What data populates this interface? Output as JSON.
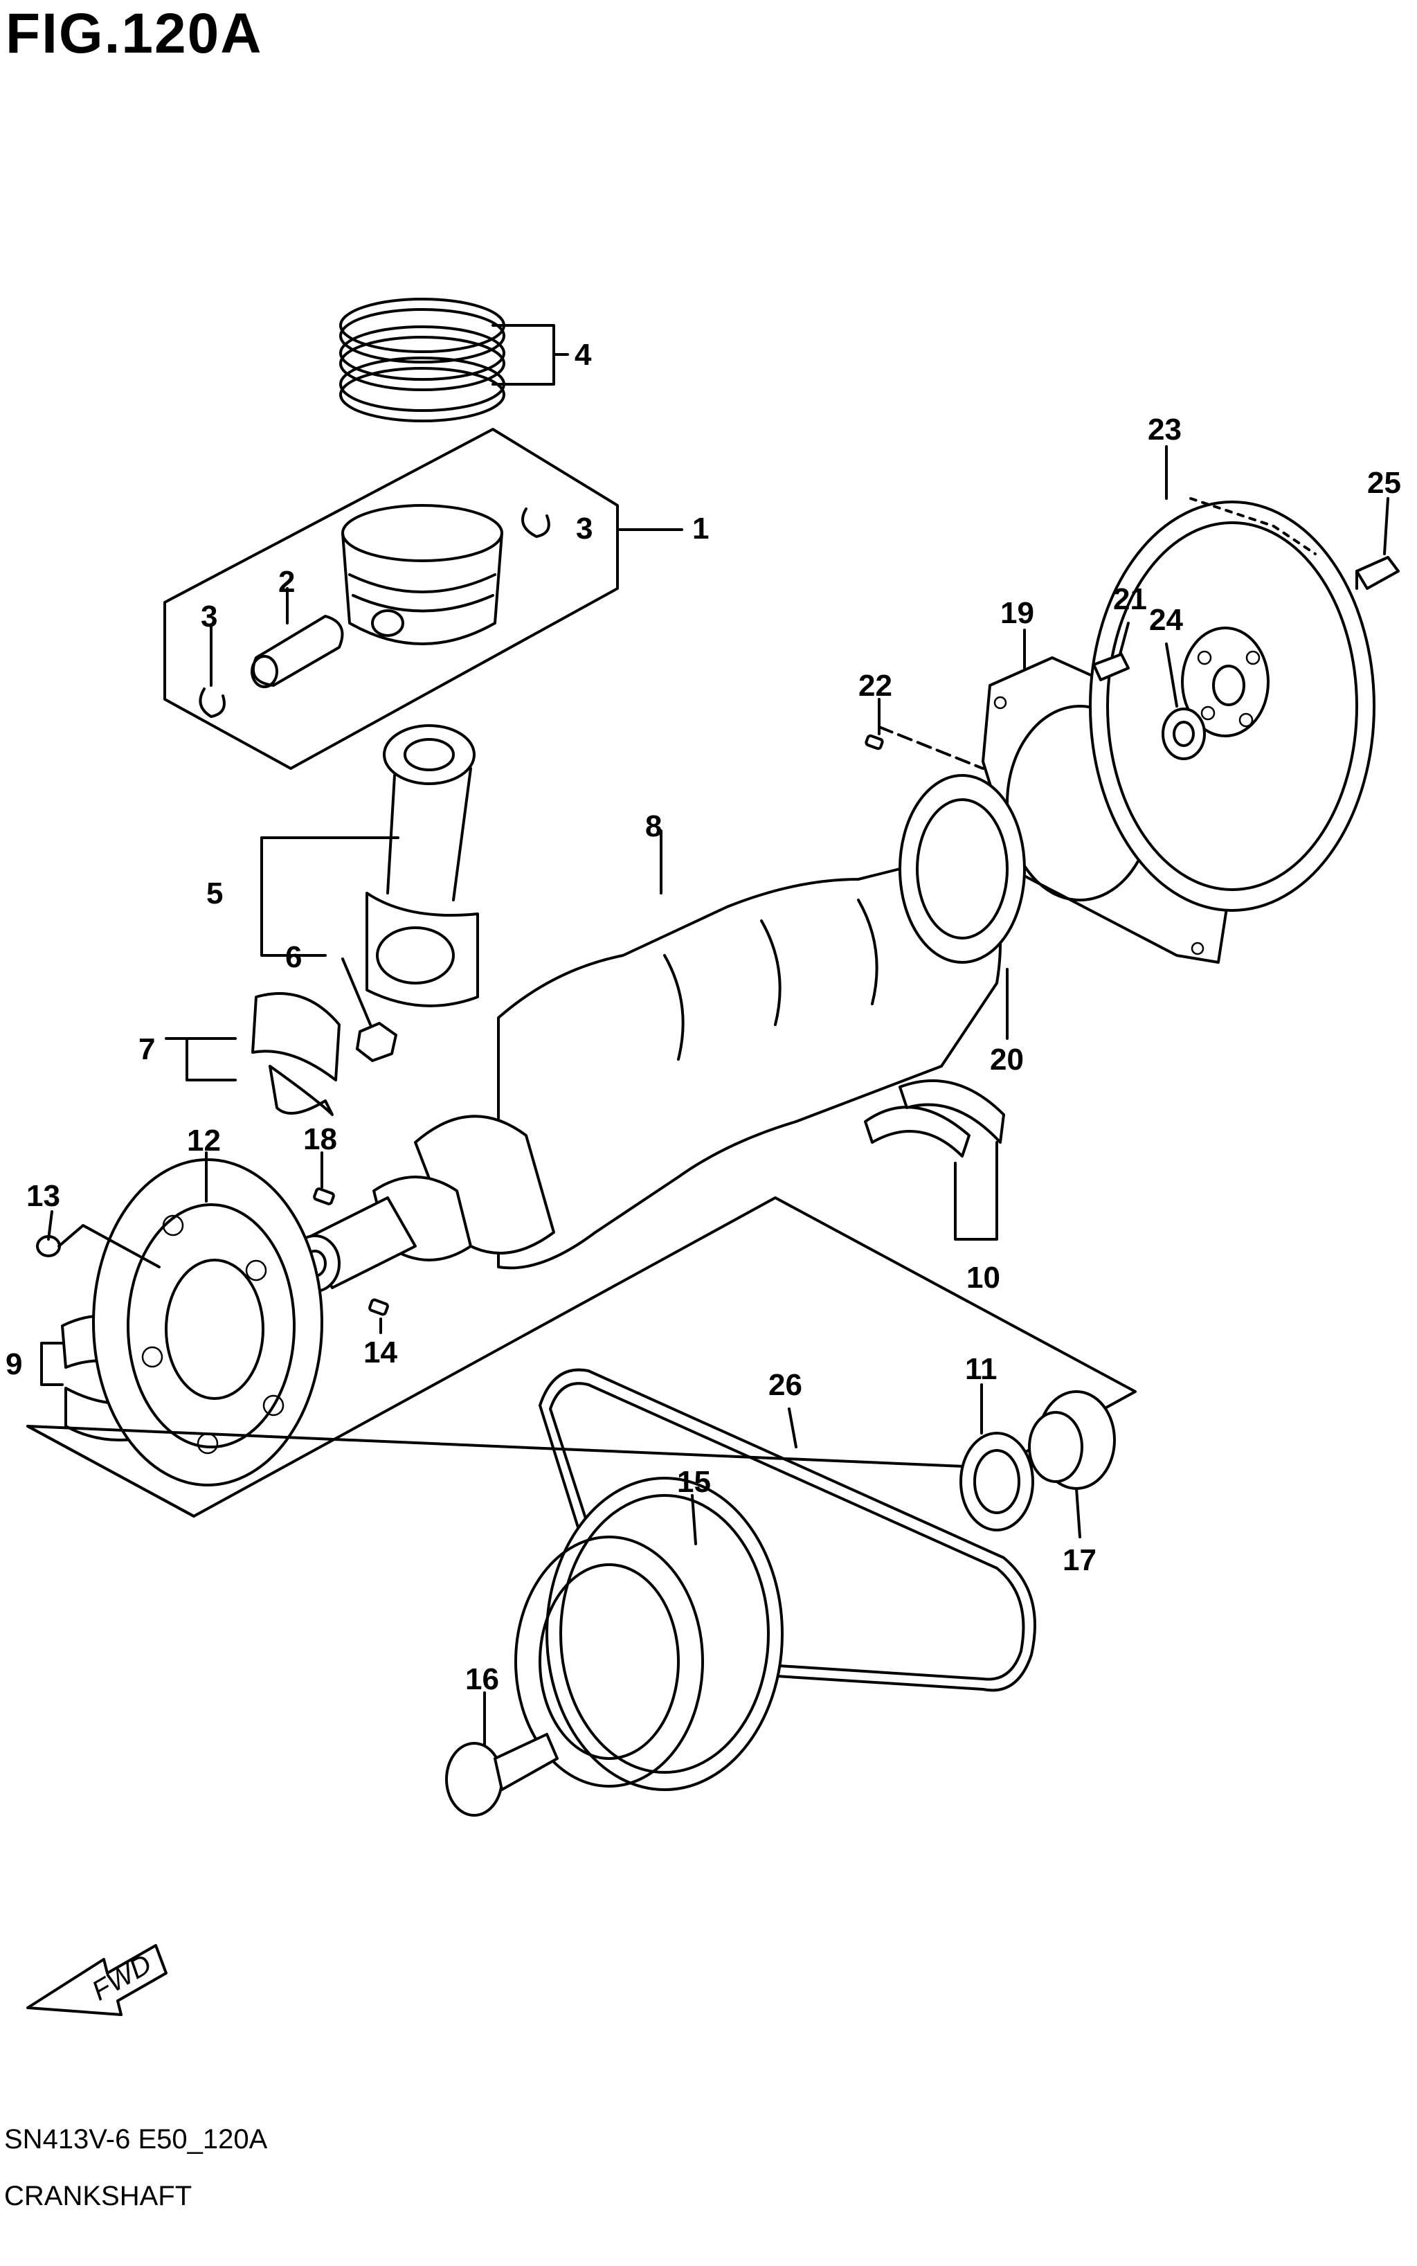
{
  "figure": {
    "title": "FIG.120A"
  },
  "footer": {
    "code": "SN413V-6 E50_120A",
    "name": "CRANKSHAFT"
  },
  "fwd_arrow": {
    "label": "FWD"
  },
  "callouts": {
    "c1": "1",
    "c2": "2",
    "c3a": "3",
    "c3b": "3",
    "c4": "4",
    "c5": "5",
    "c6": "6",
    "c7": "7",
    "c8": "8",
    "c9": "9",
    "c10": "10",
    "c11": "11",
    "c12": "12",
    "c13": "13",
    "c14": "14",
    "c15": "15",
    "c16": "16",
    "c17": "17",
    "c18": "18",
    "c19": "19",
    "c20": "20",
    "c21": "21",
    "c22": "22",
    "c23": "23",
    "c24": "24",
    "c25": "25",
    "c26": "26"
  }
}
